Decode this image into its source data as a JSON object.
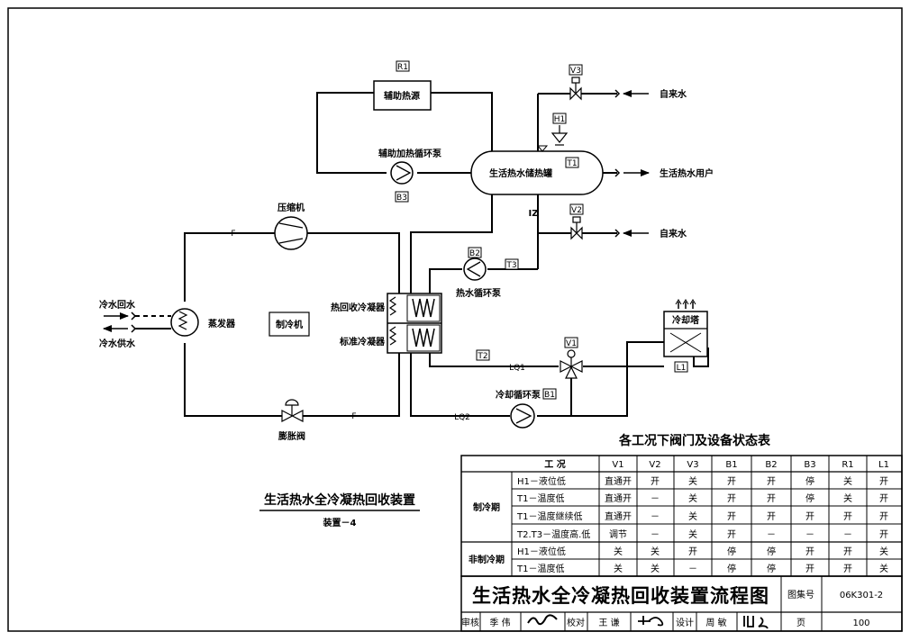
{
  "diagram": {
    "labels": {
      "aux_heat_source": "辅助热源",
      "aux_pump": "辅助加热循环泵",
      "tank": "生活热水储热罐",
      "tap_water_1": "自来水",
      "tap_water_2": "自来水",
      "hot_water_user": "生活热水用户",
      "compressor": "压缩机",
      "hw_pump": "热水循环泵",
      "heat_recovery_condenser": "热回收冷凝器",
      "std_condenser": "标准冷凝器",
      "chiller": "制冷机",
      "evaporator": "蒸发器",
      "chw_return": "冷水回水",
      "chw_supply": "冷水供水",
      "cooling_tower": "冷却塔",
      "cw_pump": "冷却循环泵",
      "expansion_valve": "膨胀阀"
    },
    "tags": {
      "R1": "R1",
      "V3": "V3",
      "H1": "H1",
      "T1": "T1",
      "B3": "B3",
      "V2": "V2",
      "B2": "B2",
      "T3": "T3",
      "V1": "V1",
      "T2": "T2",
      "B1": "B1",
      "L1": "L1",
      "F_top": "F",
      "F_bottom": "F",
      "LQ1": "LQ1",
      "LQ2": "LQ2",
      "Z": "IZ"
    },
    "device_title": "生活热水全冷凝热回收装置",
    "device_subtitle": "装置－4"
  },
  "status_table": {
    "caption": "各工况下阀门及设备状态表",
    "header": {
      "condition": "工    况",
      "cols": [
        "V1",
        "V2",
        "V3",
        "B1",
        "B2",
        "B3",
        "R1",
        "L1"
      ]
    },
    "groups": [
      {
        "name": "制冷期",
        "rows": [
          {
            "cond": "H1－液位低",
            "vals": [
              "直通开",
              "开",
              "关",
              "开",
              "开",
              "停",
              "关",
              "开"
            ]
          },
          {
            "cond": "T1－温度低",
            "vals": [
              "直通开",
              "－",
              "关",
              "开",
              "开",
              "停",
              "关",
              "开"
            ]
          },
          {
            "cond": "T1－温度继续低",
            "vals": [
              "直通开",
              "－",
              "关",
              "开",
              "开",
              "开",
              "开",
              "开"
            ]
          },
          {
            "cond": "T2.T3－温度高.低",
            "vals": [
              "调节",
              "－",
              "关",
              "开",
              "－",
              "－",
              "－",
              "开"
            ]
          }
        ]
      },
      {
        "name": "非制冷期",
        "rows": [
          {
            "cond": "H1－液位低",
            "vals": [
              "关",
              "关",
              "开",
              "停",
              "停",
              "开",
              "开",
              "关"
            ]
          },
          {
            "cond": "T1－温度低",
            "vals": [
              "关",
              "关",
              "－",
              "停",
              "停",
              "开",
              "开",
              "关"
            ]
          }
        ]
      }
    ]
  },
  "title_block": {
    "title": "生活热水全冷凝热回收装置流程图",
    "atlas_label": "图集号",
    "atlas_no": "06K301-2",
    "review_label": "审核",
    "reviewer": "季 伟",
    "check_label": "校对",
    "checker": "王 谦",
    "design_label": "设计",
    "designer": "周 敏",
    "page_label": "页",
    "page_no": "100"
  }
}
